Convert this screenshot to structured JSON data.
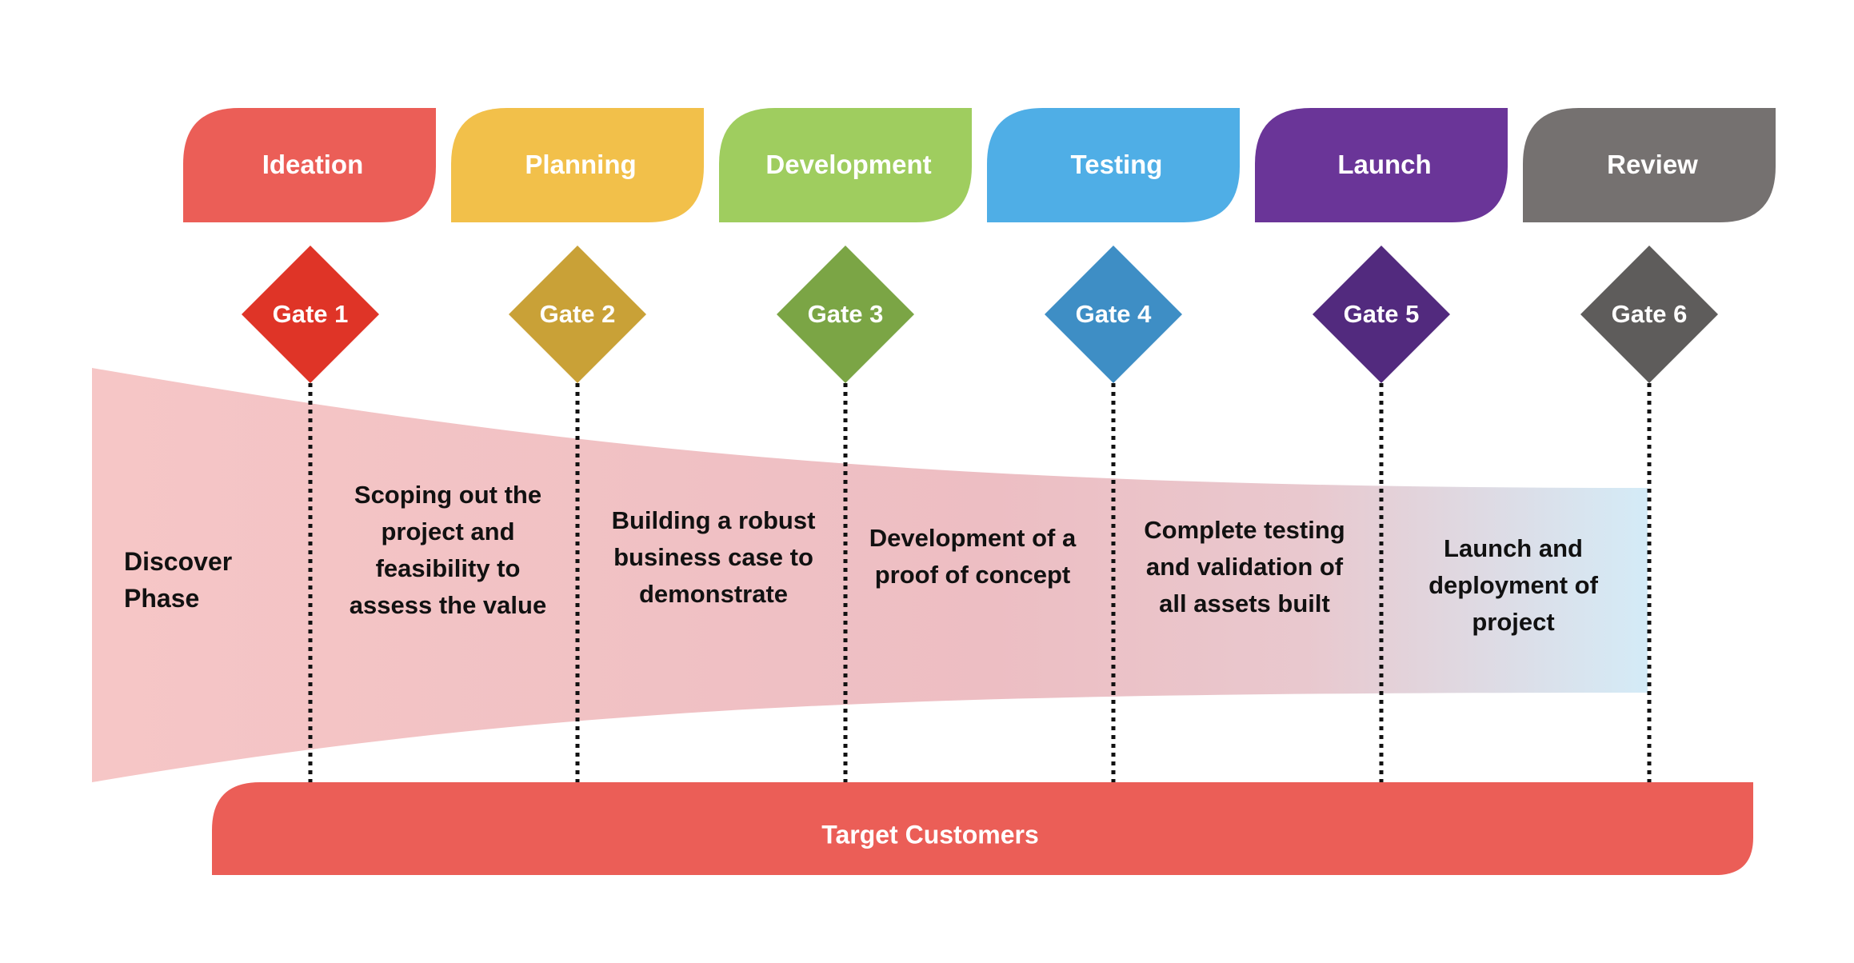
{
  "phases": [
    {
      "label": "Ideation",
      "color": "#EB5E57"
    },
    {
      "label": "Planning",
      "color": "#F2C04A"
    },
    {
      "label": "Development",
      "color": "#9FCD5F"
    },
    {
      "label": "Testing",
      "color": "#4FAEE6"
    },
    {
      "label": "Launch",
      "color": "#6A3598"
    },
    {
      "label": "Review",
      "color": "#757170"
    }
  ],
  "gates": [
    {
      "label": "Gate 1",
      "color": "#DF3427"
    },
    {
      "label": "Gate 2",
      "color": "#C9A137"
    },
    {
      "label": "Gate 3",
      "color": "#7BA545"
    },
    {
      "label": "Gate 4",
      "color": "#3E8EC5"
    },
    {
      "label": "Gate 5",
      "color": "#522A7E"
    },
    {
      "label": "Gate 6",
      "color": "#5E5C5B"
    }
  ],
  "discover_phase": [
    "Discover",
    "Phase"
  ],
  "descriptions": [
    [
      "Scoping out the",
      "project and",
      "feasibility to",
      "assess the value"
    ],
    [
      "Building a robust",
      "business case to",
      "demonstrate"
    ],
    [
      "Development of a",
      "proof of concept"
    ],
    [
      "Complete testing",
      "and validation of",
      "all assets built"
    ],
    [
      "Launch and",
      "deployment of",
      "project"
    ]
  ],
  "target_customers": {
    "label": "Target Customers",
    "color": "#EB5E57"
  },
  "funnel_colors": {
    "start": "#F6C6C6",
    "mid": "#EDBEC3",
    "end": "#D4EBF7"
  }
}
